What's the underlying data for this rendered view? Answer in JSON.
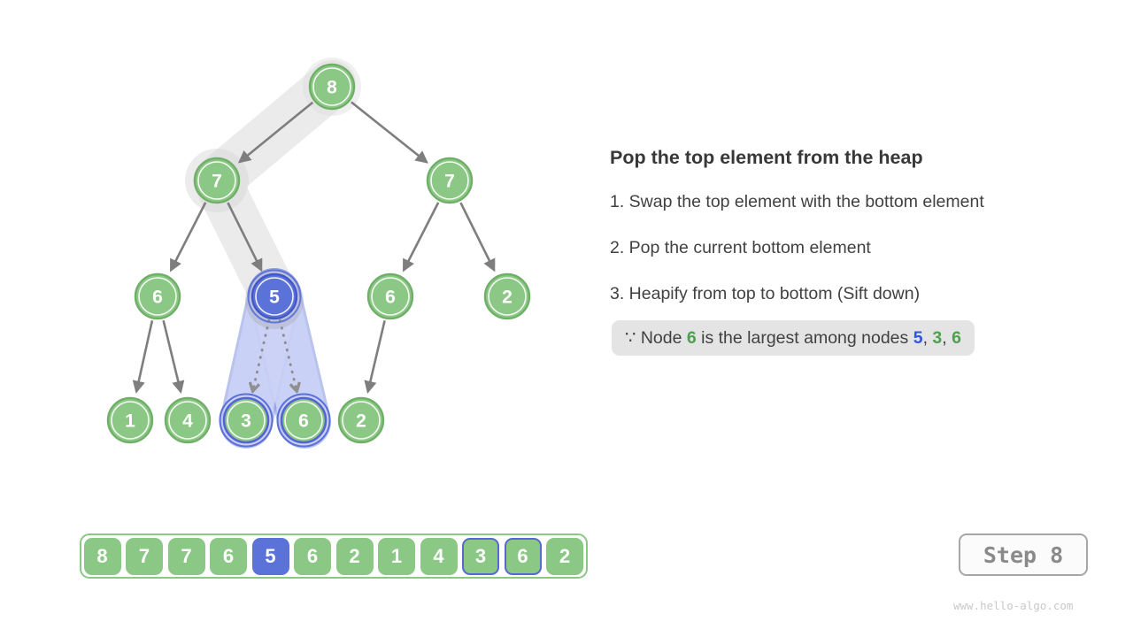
{
  "figure_type": "max-heap sift-down visualization",
  "tree": {
    "order": "level-order",
    "values": [
      "8",
      "7",
      "7",
      "6",
      "5",
      "6",
      "2",
      "1",
      "4",
      "3",
      "6",
      "2"
    ],
    "blue_node_index": 4,
    "blue_ring_node_indices": [
      9,
      10
    ],
    "trace_path_values": [
      "8",
      "7",
      "5"
    ]
  },
  "array": {
    "values": [
      "8",
      "7",
      "7",
      "6",
      "5",
      "6",
      "2",
      "1",
      "4",
      "3",
      "6",
      "2"
    ],
    "blue_cell_index": 4,
    "blue_border_cell_indices": [
      9,
      10
    ]
  },
  "panel": {
    "title": "Pop the top element from the heap",
    "steps": [
      "1. Swap the top element with the bottom element",
      "2. Pop the current bottom element",
      "3. Heapify from top to bottom (Sift down)"
    ],
    "note": {
      "prefix": "∵ Node ",
      "node_a": "6",
      "middle": " is the largest among nodes ",
      "node_b": "5",
      "comma1": ", ",
      "node_c": "3",
      "comma2": ", ",
      "node_d": "6"
    }
  },
  "step_badge": {
    "label": "Step 8"
  },
  "watermark": "www.hello-algo.com",
  "colors": {
    "node_green": "#8CC885",
    "node_green_border": "#6FAF68",
    "node_blue": "#5B72D9",
    "node_blue_border": "#4457C8",
    "capsule_fill": "#CBD3F6",
    "capsule_border": "#7488DC",
    "trace_gray": "#E7E7E7",
    "arrow_gray": "#7E7E7E",
    "note_green": "#4EA04E",
    "note_blue": "#2F55E3"
  }
}
